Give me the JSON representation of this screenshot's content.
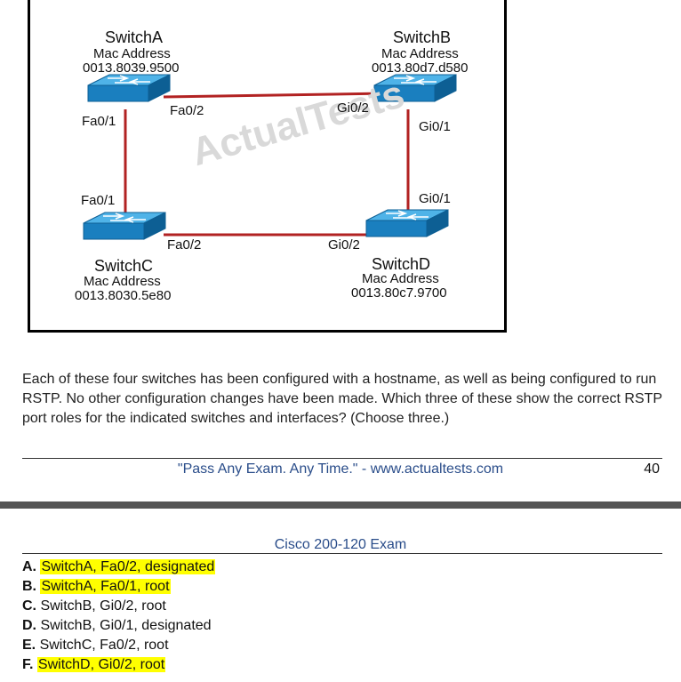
{
  "diagram": {
    "watermark": "ActualTests",
    "switches": {
      "a": {
        "name": "SwitchA",
        "mac_label": "Mac Address",
        "mac": "0013.8039.9500"
      },
      "b": {
        "name": "SwitchB",
        "mac_label": "Mac Address",
        "mac": "0013.80d7.d580"
      },
      "c": {
        "name": "SwitchC",
        "mac_label": "Mac Address",
        "mac": "0013.8030.5e80"
      },
      "d": {
        "name": "SwitchD",
        "mac_label": "Mac Address",
        "mac": "0013.80c7.9700"
      }
    },
    "ports": {
      "a_fa01": "Fa0/1",
      "a_fa02": "Fa0/2",
      "b_gi02": "Gi0/2",
      "b_gi01": "Gi0/1",
      "c_fa01": "Fa0/1",
      "c_fa02": "Fa0/2",
      "d_gi01": "Gi0/1",
      "d_gi02": "Gi0/2"
    },
    "colors": {
      "link": "#b22222",
      "switch_top": "#4fb3e8",
      "switch_side": "#1a7fbf",
      "switch_dark": "#0d5f94"
    }
  },
  "question": "Each of these four switches has been configured with a hostname, as well as being configured to run RSTP. No other configuration changes have been made. Which three of these show the correct RSTP port roles for the indicated switches and interfaces? (Choose three.)",
  "footer": {
    "text": "\"Pass Any Exam. Any Time.\" - www.actualtests.com",
    "page": "40"
  },
  "header": {
    "title": "Cisco 200-120 Exam"
  },
  "answers": [
    {
      "letter": "A.",
      "text": "SwitchA, Fa0/2, designated",
      "highlighted": true
    },
    {
      "letter": "B.",
      "text": "SwitchA, Fa0/1, root",
      "highlighted": true
    },
    {
      "letter": "C.",
      "text": "SwitchB, Gi0/2, root",
      "highlighted": false
    },
    {
      "letter": "D.",
      "text": "SwitchB, Gi0/1, designated",
      "highlighted": false
    },
    {
      "letter": "E.",
      "text": "SwitchC, Fa0/2, root",
      "highlighted": false
    },
    {
      "letter": "F.",
      "text": "SwitchD, Gi0/2, root",
      "highlighted": true
    }
  ]
}
